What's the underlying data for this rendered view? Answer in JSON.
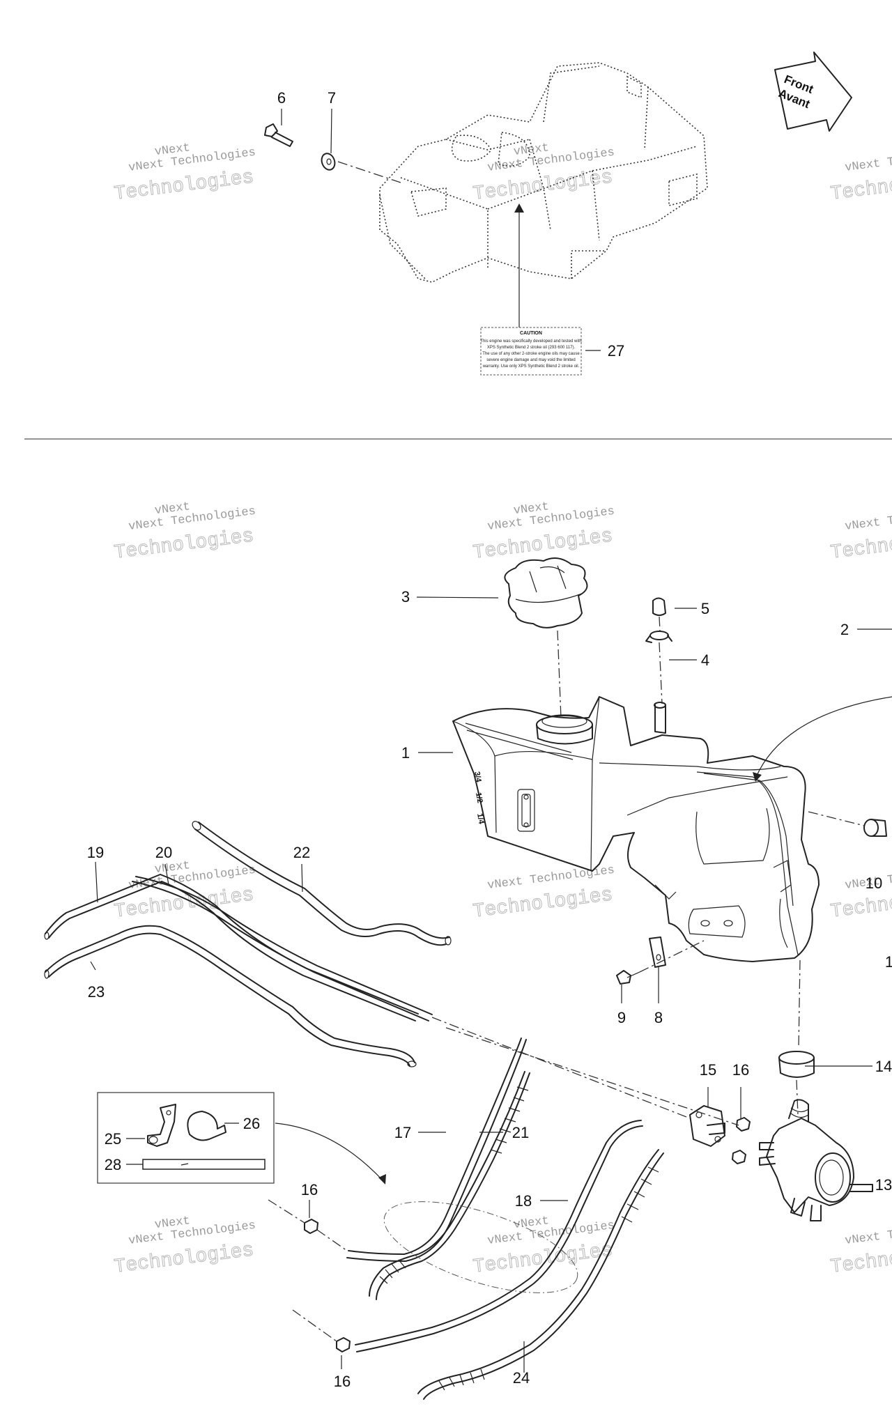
{
  "watermark": {
    "line1": "vNext Technologies",
    "line2": "Technologies",
    "line3": "vNext"
  },
  "direction_arrow": {
    "line1": "Front",
    "line2": "Avant"
  },
  "caution_label": {
    "title": "CAUTION",
    "lines": [
      "This engine was specifically developed and tested with",
      "XPS Synthetic Blend 2 stroke oil (293 600 117).",
      "The use of any other 2-stroke engine oils may cause",
      "severe engine damage and may void the limited",
      "warranty. Use only XPS Synthetic Blend 2 stroke oil."
    ]
  },
  "tank_markings": [
    "3/4",
    "1/2",
    "1/4"
  ],
  "callouts": {
    "c1": "1",
    "c2": "2",
    "c3": "3",
    "c4": "4",
    "c5": "5",
    "c6": "6",
    "c7": "7",
    "c8": "8",
    "c9": "9",
    "c10": "10",
    "c11": "1",
    "c13": "13",
    "c14": "14",
    "c15": "15",
    "c16a": "16",
    "c16b": "16",
    "c16c": "16",
    "c17": "17",
    "c18": "18",
    "c19": "19",
    "c20": "20",
    "c21": "21",
    "c22": "22",
    "c23": "23",
    "c24": "24",
    "c25": "25",
    "c26": "26",
    "c27": "27",
    "c28": "28"
  },
  "colors": {
    "line": "#222222",
    "watermark": "#9a9a9a",
    "background": "#ffffff"
  }
}
